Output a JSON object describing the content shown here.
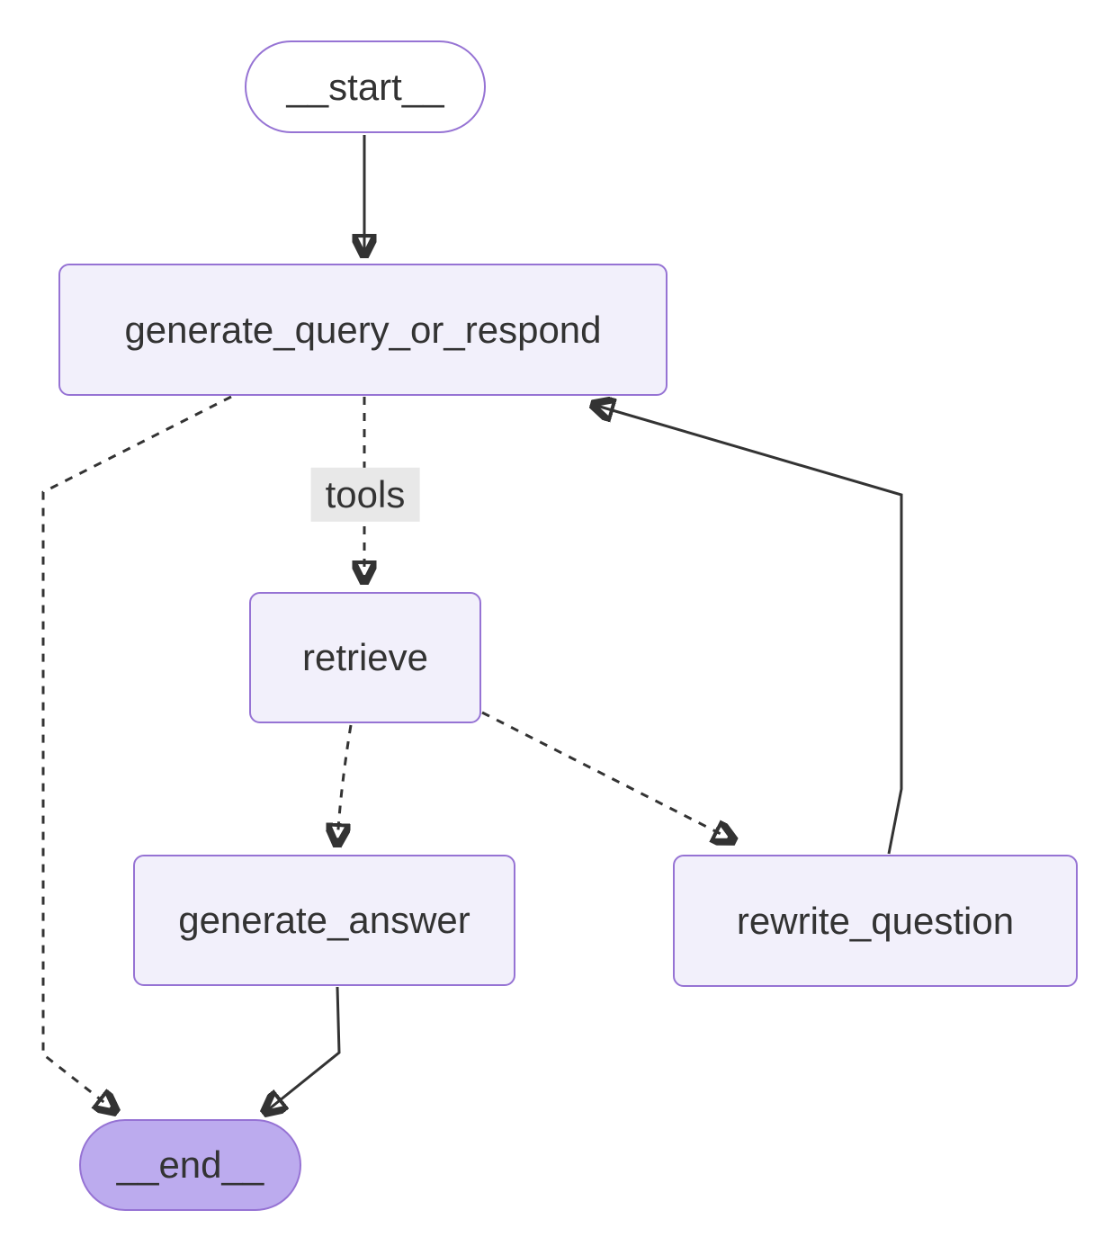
{
  "diagram": {
    "type": "flowchart",
    "direction": "top-down",
    "nodes": [
      {
        "id": "__start__",
        "label": "__start__",
        "shape": "stadium"
      },
      {
        "id": "generate_query_or_respond",
        "label": "generate_query_or_respond",
        "shape": "rect"
      },
      {
        "id": "retrieve",
        "label": "retrieve",
        "shape": "rect"
      },
      {
        "id": "generate_answer",
        "label": "generate_answer",
        "shape": "rect"
      },
      {
        "id": "rewrite_question",
        "label": "rewrite_question",
        "shape": "rect"
      },
      {
        "id": "__end__",
        "label": "__end__",
        "shape": "stadium"
      }
    ],
    "edges": [
      {
        "from": "__start__",
        "to": "generate_query_or_respond",
        "style": "solid",
        "label": ""
      },
      {
        "from": "generate_query_or_respond",
        "to": "retrieve",
        "style": "dotted",
        "label": "tools"
      },
      {
        "from": "generate_query_or_respond",
        "to": "__end__",
        "style": "dotted",
        "label": ""
      },
      {
        "from": "retrieve",
        "to": "generate_answer",
        "style": "dotted",
        "label": ""
      },
      {
        "from": "retrieve",
        "to": "rewrite_question",
        "style": "dotted",
        "label": ""
      },
      {
        "from": "generate_answer",
        "to": "__end__",
        "style": "solid",
        "label": ""
      },
      {
        "from": "rewrite_question",
        "to": "generate_query_or_respond",
        "style": "solid",
        "label": ""
      }
    ],
    "colors": {
      "node_fill": "#f2f0fb",
      "node_border": "#9673d4",
      "start_fill": "#ffffff",
      "end_fill": "#bcabee",
      "text_color": "#333333",
      "edge_color": "#333333",
      "edge_label_bg": "#e8e8e8"
    }
  }
}
